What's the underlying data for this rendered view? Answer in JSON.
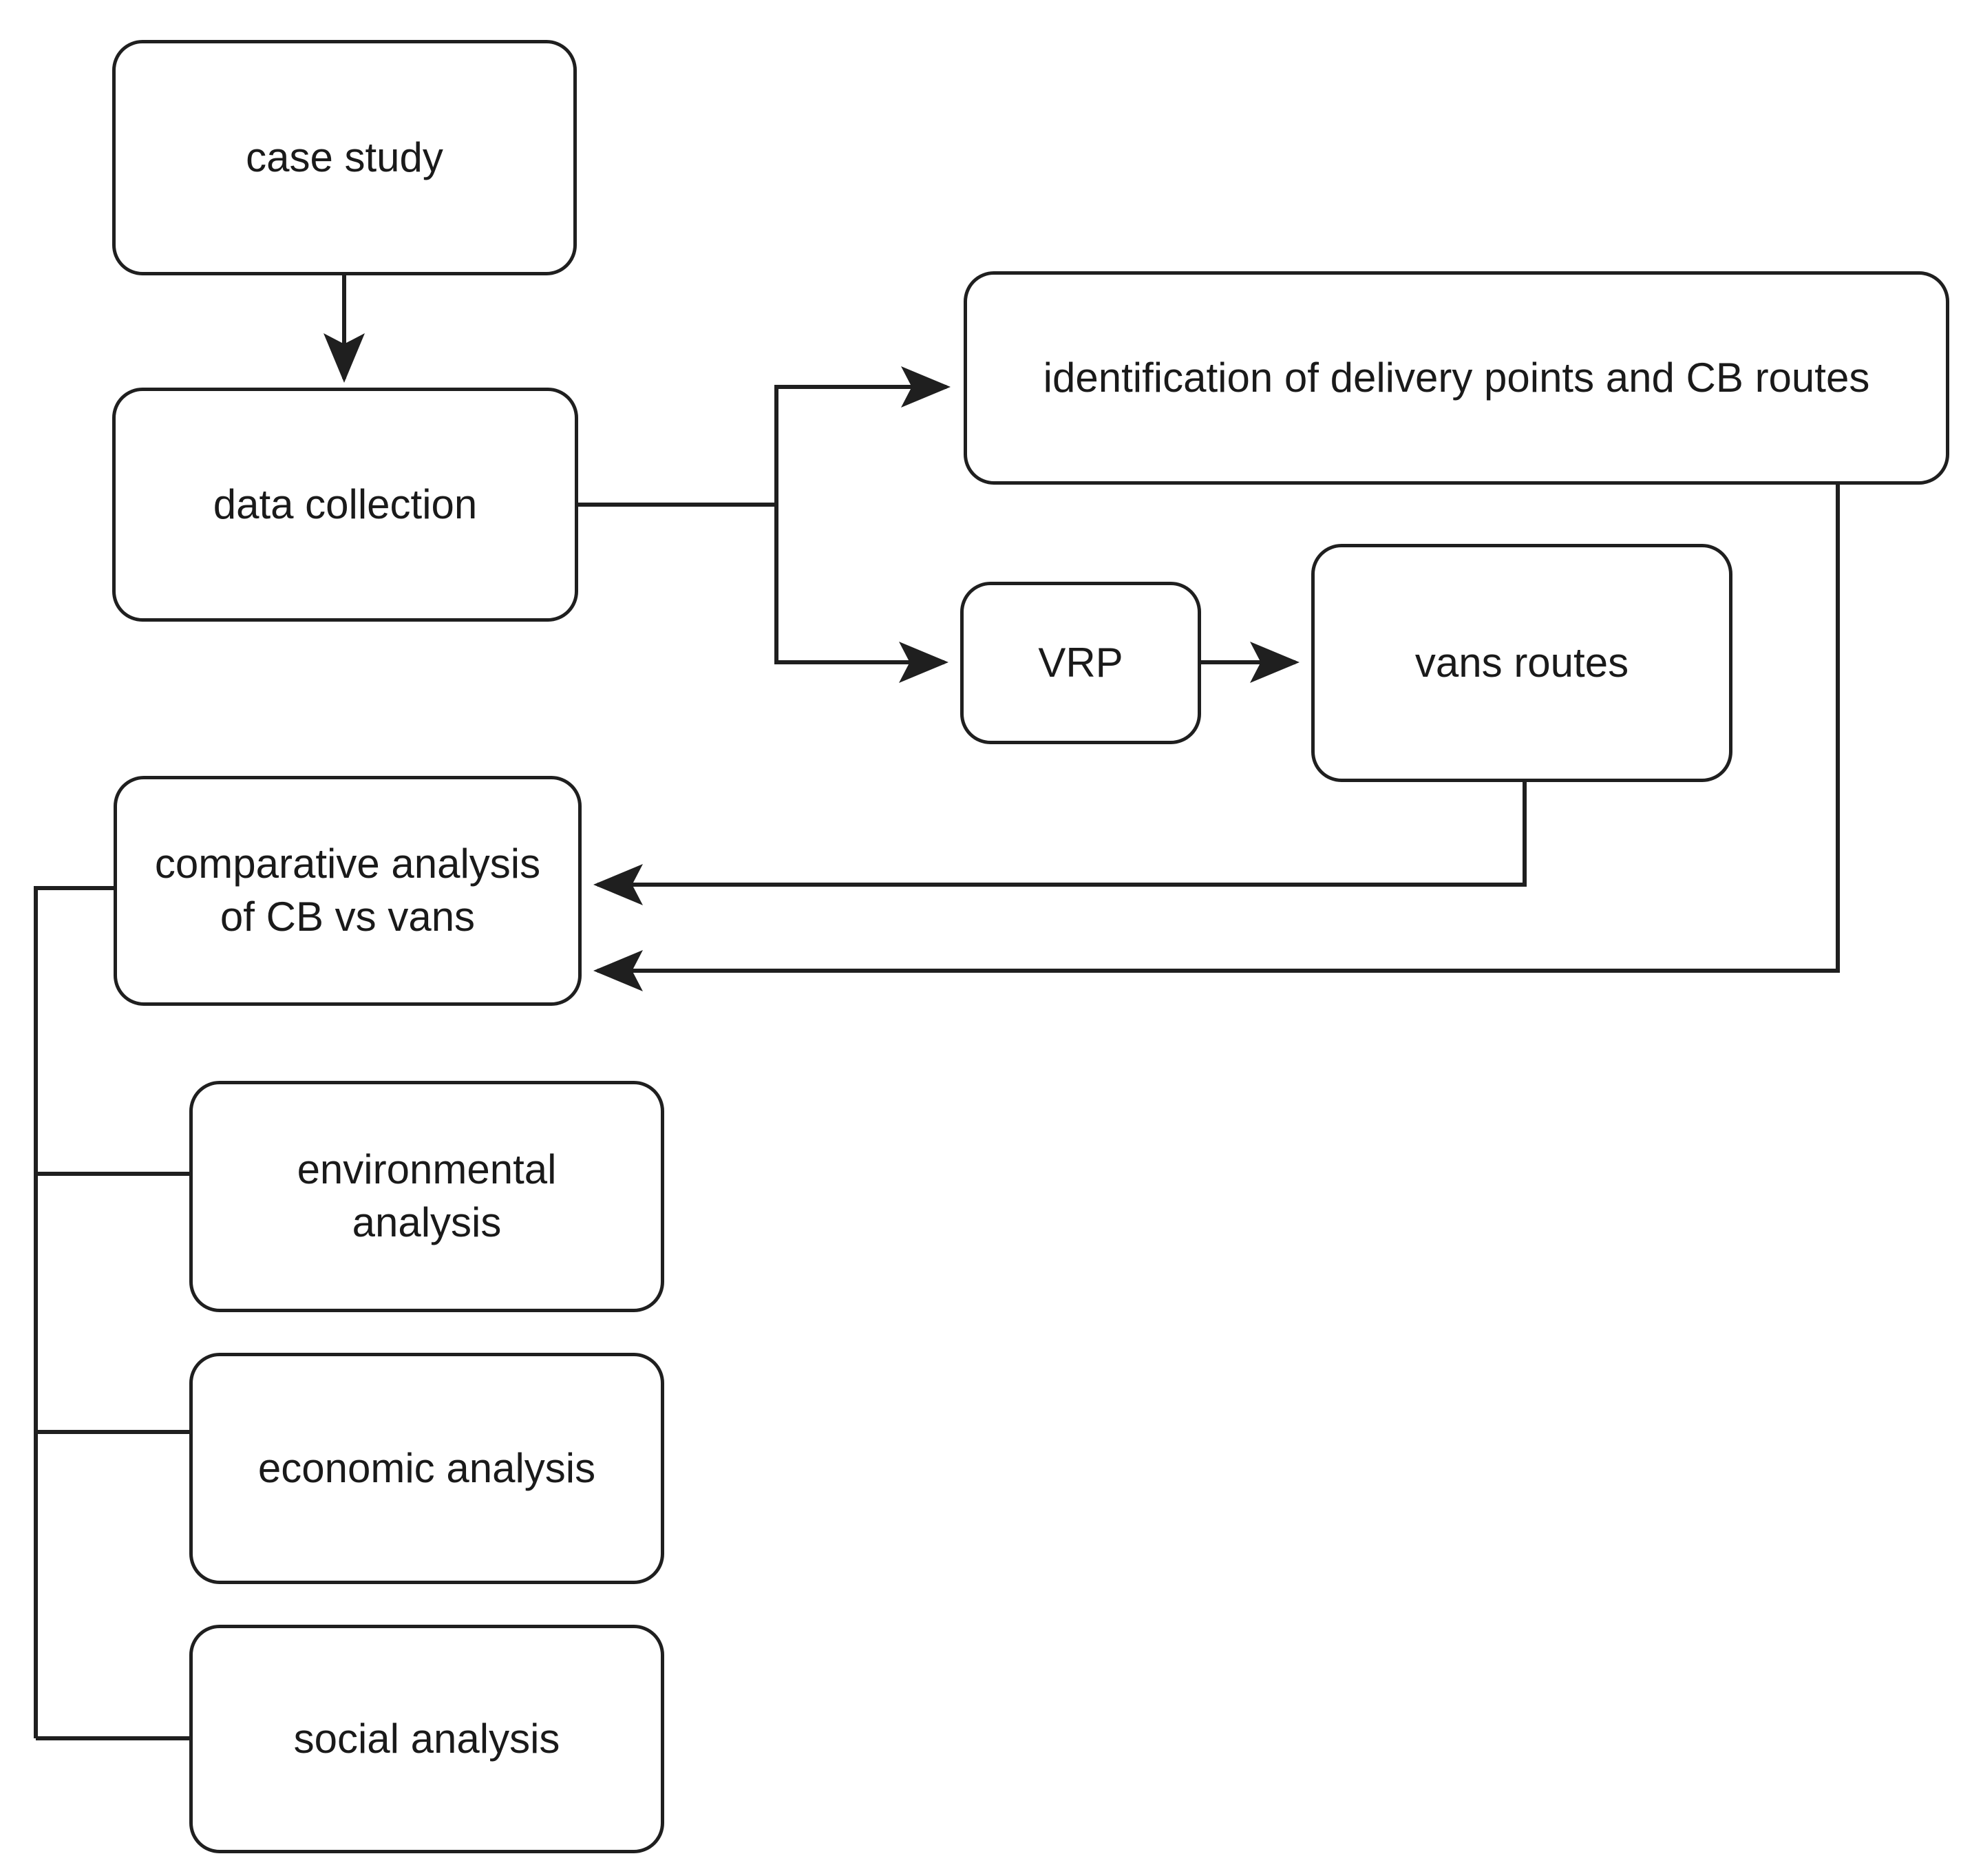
{
  "diagram": {
    "title": "research methodology flowchart",
    "type": "flowchart",
    "background_color": "#ffffff",
    "line_color": "#1f1f1f",
    "text_color": "#1a1a1a",
    "nodes": [
      {
        "id": "case_study",
        "label": "case study"
      },
      {
        "id": "data_collection",
        "label": "data collection"
      },
      {
        "id": "identification",
        "label": "identification of delivery points and CB routes"
      },
      {
        "id": "vrp",
        "label": "VRP"
      },
      {
        "id": "vans_routes",
        "label": "vans routes"
      },
      {
        "id": "comparative",
        "label": "comparative analysis\nof CB vs vans"
      },
      {
        "id": "environmental",
        "label": "environmental\nanalysis"
      },
      {
        "id": "economic",
        "label": "economic analysis"
      },
      {
        "id": "social",
        "label": "social analysis"
      }
    ],
    "edges": [
      {
        "from": "case_study",
        "to": "data_collection",
        "arrow": true,
        "style": "straight-down"
      },
      {
        "from": "data_collection",
        "to": "identification",
        "arrow": true,
        "style": "orthogonal-split-up"
      },
      {
        "from": "data_collection",
        "to": "vrp",
        "arrow": true,
        "style": "orthogonal-split-down"
      },
      {
        "from": "vrp",
        "to": "vans_routes",
        "arrow": true,
        "style": "straight-right"
      },
      {
        "from": "vans_routes",
        "to": "comparative",
        "arrow": true,
        "style": "orthogonal-down-left"
      },
      {
        "from": "identification",
        "to": "comparative",
        "arrow": true,
        "style": "orthogonal-down-left"
      },
      {
        "from": "comparative",
        "to": "environmental",
        "arrow": false,
        "style": "bracket-left"
      },
      {
        "from": "comparative",
        "to": "economic",
        "arrow": false,
        "style": "bracket-left"
      },
      {
        "from": "comparative",
        "to": "social",
        "arrow": false,
        "style": "bracket-left"
      }
    ]
  }
}
